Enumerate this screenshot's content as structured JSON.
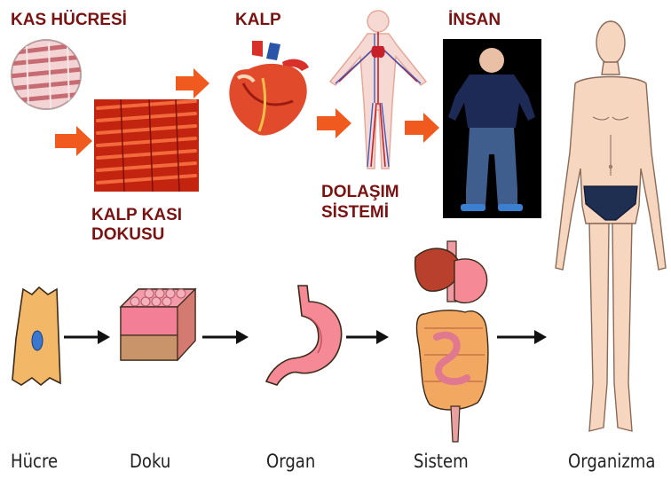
{
  "top_row": {
    "cell_label": "KAS HÜCRESİ",
    "heart_label": "KALP",
    "human_label": "İNSAN",
    "tissue_label_line1": "KALP KASI",
    "tissue_label_line2": "DOKUSU",
    "system_label_line1": "DOLAŞIM",
    "system_label_line2": "SİSTEMİ"
  },
  "bottom_row": {
    "cell_label": "Hücre",
    "tissue_label": "Doku",
    "organ_label": "Organ",
    "system_label": "Sistem",
    "organism_label": "Organizma"
  },
  "colors": {
    "label_red": "#7a1212",
    "orange_arrow": "#f05a1e",
    "black_arrow": "#111111"
  }
}
